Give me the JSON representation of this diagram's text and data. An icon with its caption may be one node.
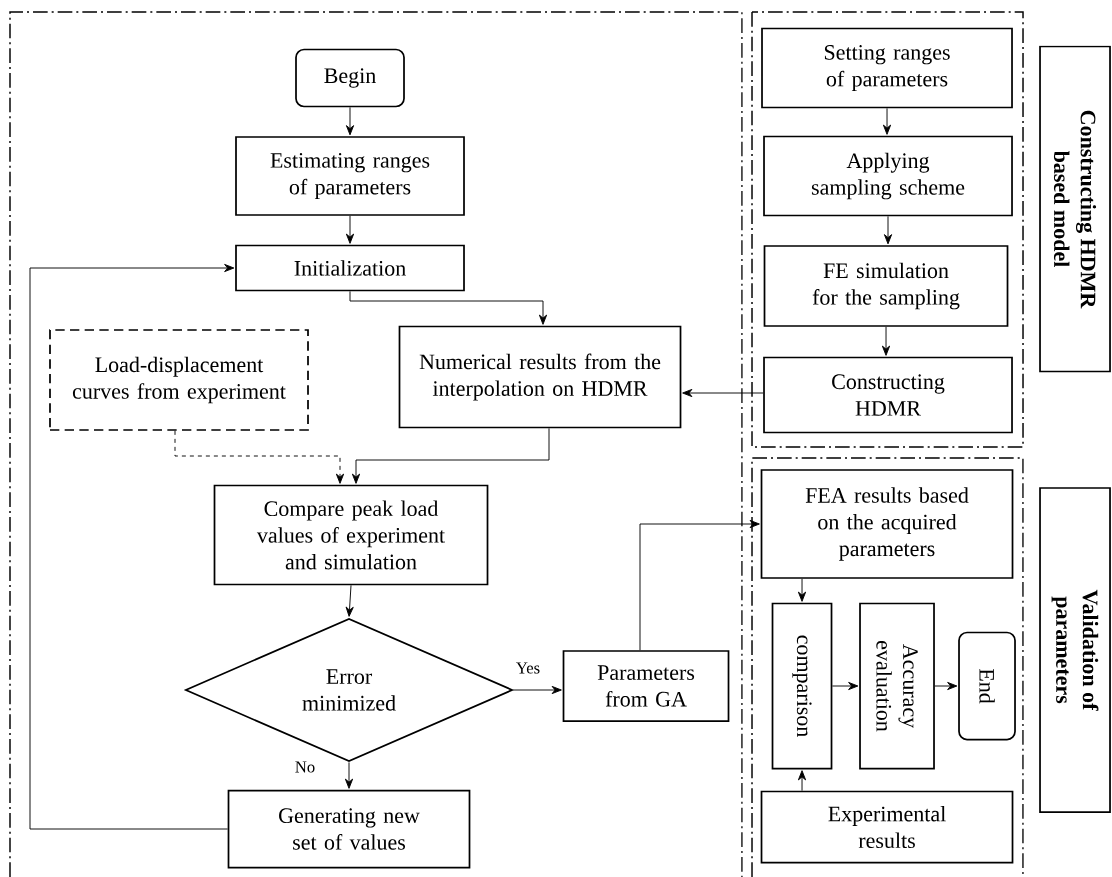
{
  "diagram": {
    "nodes": [
      {
        "text": [
          "Begin"
        ]
      },
      {
        "text": [
          "Estimating ranges of parameters"
        ]
      },
      {
        "text": [
          "Initialization"
        ]
      },
      {
        "text": [
          "Load-displacement curves from experiment"
        ]
      },
      {
        "text": [
          "Numerical results from the interpolation on HDMR"
        ]
      },
      {
        "text": [
          "Compare peak load values of experiment and simulation"
        ]
      },
      {
        "text": [
          "Error minimized"
        ]
      },
      {
        "text": [
          "Parameters from GA"
        ]
      },
      {
        "text": [
          "Generating new set of values"
        ]
      },
      {
        "text": [
          "Setting ranges of parameters"
        ]
      },
      {
        "text": [
          "Applying sampling scheme"
        ]
      },
      {
        "text": [
          "FE simulation for the sampling"
        ]
      },
      {
        "text": [
          "Constructing HDMR"
        ]
      },
      {
        "text": [
          "Constructing HDMR based model"
        ]
      },
      {
        "text": [
          "FEA results based on the acquired parameters"
        ]
      },
      {
        "text": [
          "comparison"
        ]
      },
      {
        "text": [
          "Accuracy evaluation"
        ]
      },
      {
        "text": [
          "End"
        ]
      },
      {
        "text": [
          "Experimental results"
        ]
      },
      {
        "text": [
          "Validation of parameters"
        ]
      }
    ],
    "edges": [
      {
        "from": 0,
        "to": 1,
        "arrow": "to"
      },
      {
        "from": 1,
        "to": 2,
        "arrow": "to"
      },
      {
        "from": 2,
        "to": 4,
        "arrow": "to"
      },
      {
        "from": 3,
        "to": 5,
        "arrow": "to",
        "style": "dashed"
      },
      {
        "from": 4,
        "to": 5,
        "arrow": "to"
      },
      {
        "from": 5,
        "to": 6,
        "arrow": "to"
      },
      {
        "from": 6,
        "to": 7,
        "arrow": "to",
        "label": "Yes"
      },
      {
        "from": 6,
        "to": 8,
        "arrow": "to",
        "label": "No"
      },
      {
        "from": 8,
        "to": 2,
        "arrow": "to"
      },
      {
        "from": 12,
        "to": 4,
        "arrow": "to"
      },
      {
        "from": 9,
        "to": 10,
        "arrow": "to"
      },
      {
        "from": 10,
        "to": 11,
        "arrow": "to"
      },
      {
        "from": 11,
        "to": 12,
        "arrow": "to"
      },
      {
        "from": 7,
        "to": 14,
        "arrow": "to"
      },
      {
        "from": 14,
        "to": 15,
        "arrow": "to"
      },
      {
        "from": 18,
        "to": 15,
        "arrow": "to"
      },
      {
        "from": 15,
        "to": 16,
        "arrow": "to"
      },
      {
        "from": 16,
        "to": 17,
        "arrow": "to"
      }
    ]
  }
}
